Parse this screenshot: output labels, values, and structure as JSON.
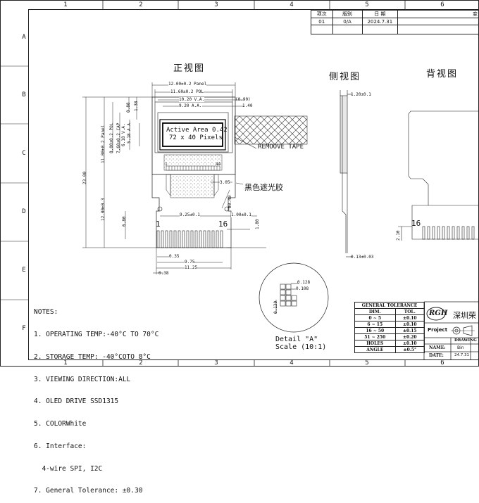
{
  "border": {
    "col_labels": [
      "1",
      "2",
      "3",
      "4",
      "5",
      "6"
    ],
    "row_labels": [
      "A",
      "B",
      "C",
      "D",
      "E",
      "F"
    ]
  },
  "revision_table": {
    "headers": [
      "项次",
      "版别",
      "日 期",
      "变"
    ],
    "rows": [
      [
        "01",
        "0/A",
        "2024.7.31",
        ""
      ]
    ]
  },
  "views": {
    "front": "正视图",
    "side": "侧视图",
    "back": "背视图"
  },
  "front_view": {
    "active_area_line1": "Active Area 0.42",
    "active_area_line2": "72 x 40 Pixels",
    "remove_tape": "REMOOVE TAPE",
    "black_tape": "黑色遮光胶",
    "pin_first": "1",
    "pin_last": "16",
    "fpc_pin_first": "1",
    "fpc_pin_last": "44",
    "dims": {
      "panel_w": "12.00±0.2 Panel",
      "pol_w": "11.60±0.2  POL",
      "va_w": "10.20 V.A.",
      "aa_w": "9.20 A.A.",
      "gap_090": "(0.90)",
      "gap_140": "1.40",
      "left_088": "0.88",
      "left_138": "1.38",
      "v_panel": "11.00±0.2 Panel",
      "v_pol": "8.00±0.2 POL",
      "v_cap": "7.60±0.2 CAP",
      "v_va": "6.18 V.A.",
      "v_aa": "5.18 A.A.",
      "total_h": "23.00",
      "fpc_h": "12.00±0.3",
      "d_305": "3.05",
      "hole_d": "Φ0.40",
      "pitch_925": "9.25±0.1",
      "d_100": "1.00±0.1",
      "d_180": "1.80",
      "d_680": "6.80",
      "d_035": "0.35",
      "d_975": "9.75",
      "d_1125": "11.25",
      "d_038": "0.38"
    }
  },
  "side_view": {
    "thickness": "1.20±0.1",
    "fpc_t": "0.13±0.03"
  },
  "back_view": {
    "pin_label": "16",
    "dim": "2.10"
  },
  "detail": {
    "label": "Detail \"A\"",
    "scale": "Scale (10:1)",
    "d1": "0.128",
    "d2": "0.108",
    "d3": "0.130"
  },
  "notes": [
    "NOTES:",
    "1. OPERATING TEMP:-40°C TO 70°C",
    "2. STORAGE TEMP: -40°COTO 8°C",
    "3. VIEWING DIRECTION:ALL",
    "4. OLED DRIVE SSD1315",
    "5. COLORWhite",
    "6. Interface:",
    "  4-wire SPI, I2C",
    "7. General Tolerance: ±0.30"
  ],
  "tolerance_table": {
    "title": "GENERAL TOLERANCE",
    "headers": [
      "DIM.",
      "TOL."
    ],
    "rows": [
      [
        "0  ~  5",
        "±0.10"
      ],
      [
        "6  ~  15",
        "±0.10"
      ],
      [
        "16  ~  50",
        "±0.15"
      ],
      [
        "51  ~  250",
        "±0.20"
      ],
      [
        "HOLES",
        "±0.10"
      ],
      [
        "ANGLE",
        "±0.5°"
      ]
    ]
  },
  "title_block": {
    "logo": "RGH",
    "company": "深圳荣",
    "project": "Project",
    "drawing": "DRAWING",
    "name_label": "NAME:",
    "name_value": "Bin",
    "date_label": "DATE:",
    "date_value": "24.7.31"
  }
}
